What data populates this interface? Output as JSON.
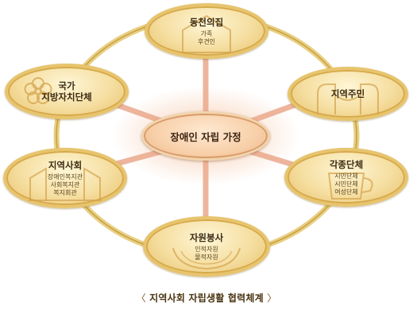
{
  "center": {
    "label": "장애인 자립 가정"
  },
  "nodes": {
    "family": {
      "title": "동천의집",
      "sub": [
        "가족",
        "후견인"
      ]
    },
    "residents": {
      "title": "지역주민",
      "sub": []
    },
    "groups": {
      "title": "각종단체",
      "sub": [
        "시민단체",
        "시민단체",
        "여성단체"
      ]
    },
    "volunteer": {
      "title": "자원봉사",
      "sub": [
        "인적자원",
        "물적자원"
      ]
    },
    "community": {
      "title": "지역사회",
      "sub": [
        "장애인복지관",
        "사회복지관",
        "복지회관"
      ]
    },
    "government": {
      "title": "국가\n지방자치단체",
      "sub": []
    }
  },
  "caption": {
    "open": "〈",
    "text": "지역사회 자립생활 협력체계",
    "close": "〉"
  },
  "colors": {
    "ring": "#d7b24f",
    "spoke": "#e9a98a",
    "node_border": "#e7c46d",
    "center_fill": "#f7cfa8"
  }
}
